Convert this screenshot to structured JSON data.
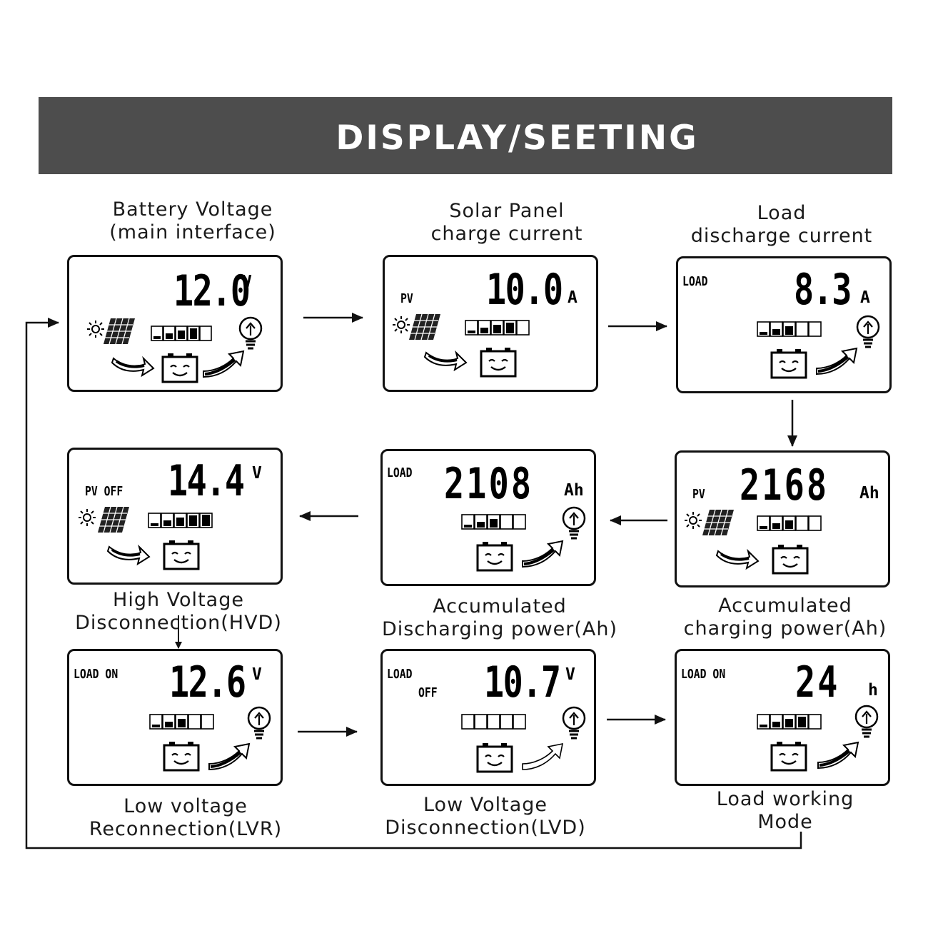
{
  "header": {
    "title": "DISPLAY/SEETING"
  },
  "screens": [
    {
      "caption": [
        "Battery Voltage",
        "(main interface)"
      ],
      "value": "12.0",
      "unit": "V",
      "tags": []
    },
    {
      "caption": [
        "Solar Panel",
        "charge current"
      ],
      "value": "10.0",
      "unit": "A",
      "tags": [
        "PV"
      ]
    },
    {
      "caption": [
        "Load",
        "discharge current"
      ],
      "value": "8.3",
      "unit": "A",
      "tags": [
        "LOAD"
      ]
    },
    {
      "caption": [
        "High Voltage",
        "Disconnection(HVD)"
      ],
      "value": "14.4",
      "unit": "V",
      "tags": [
        "PV OFF"
      ]
    },
    {
      "caption": [
        "Accumulated",
        "Discharging power(Ah)"
      ],
      "value": "2108",
      "unit": "Ah",
      "tags": [
        "LOAD"
      ]
    },
    {
      "caption": [
        "Accumulated",
        "charging power(Ah)"
      ],
      "value": "2168",
      "unit": "Ah",
      "tags": [
        "PV"
      ]
    },
    {
      "caption": [
        "Low voltage",
        "Reconnection(LVR)"
      ],
      "value": "12.6",
      "unit": "V",
      "tags": [
        "LOAD ON"
      ]
    },
    {
      "caption": [
        "Low Voltage",
        "Disconnection(LVD)"
      ],
      "value": "10.7",
      "unit": "V",
      "tags": [
        "LOAD",
        "OFF"
      ]
    },
    {
      "caption": [
        "Load working",
        "Mode"
      ],
      "value": "24",
      "unit": "h",
      "tags": [
        "LOAD ON"
      ]
    }
  ]
}
